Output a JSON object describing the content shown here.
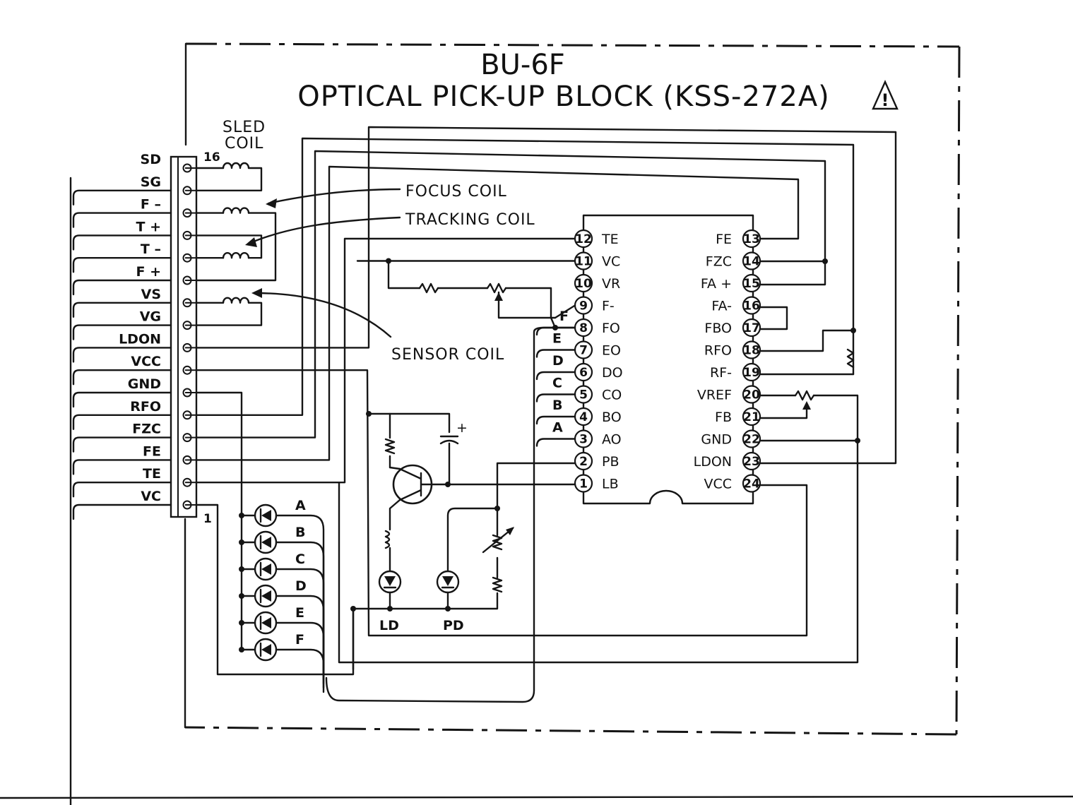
{
  "title": {
    "model": "BU-6F",
    "block": "OPTICAL PICK-UP BLOCK (KSS-272A)",
    "warning_symbol": "!"
  },
  "connector": {
    "top_pin_number": "16",
    "bottom_pin_number": "1",
    "pins": [
      "SD",
      "SG",
      "F –",
      "T +",
      "T –",
      "F +",
      "VS",
      "VG",
      "LDON",
      "VCC",
      "GND",
      "RFO",
      "FZC",
      "FE",
      "TE",
      "VC"
    ]
  },
  "annotations": {
    "sled_coil_line1": "SLED",
    "sled_coil_line2": "COIL",
    "focus_coil": "FOCUS COIL",
    "tracking_coil": "TRACKING COIL",
    "sensor_coil": "SENSOR COIL",
    "ld": "LD",
    "pd": "PD",
    "cap_plus": "+"
  },
  "ic": {
    "left_pins": [
      {
        "num": "12",
        "name": "TE"
      },
      {
        "num": "11",
        "name": "VC"
      },
      {
        "num": "10",
        "name": "VR"
      },
      {
        "num": "9",
        "name": "F-"
      },
      {
        "num": "8",
        "name": "FO"
      },
      {
        "num": "7",
        "name": "EO"
      },
      {
        "num": "6",
        "name": "DO"
      },
      {
        "num": "5",
        "name": "CO"
      },
      {
        "num": "4",
        "name": "BO"
      },
      {
        "num": "3",
        "name": "AO"
      },
      {
        "num": "2",
        "name": "PB"
      },
      {
        "num": "1",
        "name": "LB"
      }
    ],
    "right_pins": [
      {
        "num": "13",
        "name": "FE"
      },
      {
        "num": "14",
        "name": "FZC"
      },
      {
        "num": "15",
        "name": "FA +"
      },
      {
        "num": "16",
        "name": "FA-"
      },
      {
        "num": "17",
        "name": "FBO"
      },
      {
        "num": "18",
        "name": "RFO"
      },
      {
        "num": "19",
        "name": "RF-"
      },
      {
        "num": "20",
        "name": "VREF"
      },
      {
        "num": "21",
        "name": "FB"
      },
      {
        "num": "22",
        "name": "GND"
      },
      {
        "num": "23",
        "name": "LDON"
      },
      {
        "num": "24",
        "name": "VCC"
      }
    ],
    "input_letters": [
      "F",
      "E",
      "D",
      "C",
      "B",
      "A"
    ]
  },
  "photodiodes": [
    "A",
    "B",
    "C",
    "D",
    "E",
    "F"
  ]
}
